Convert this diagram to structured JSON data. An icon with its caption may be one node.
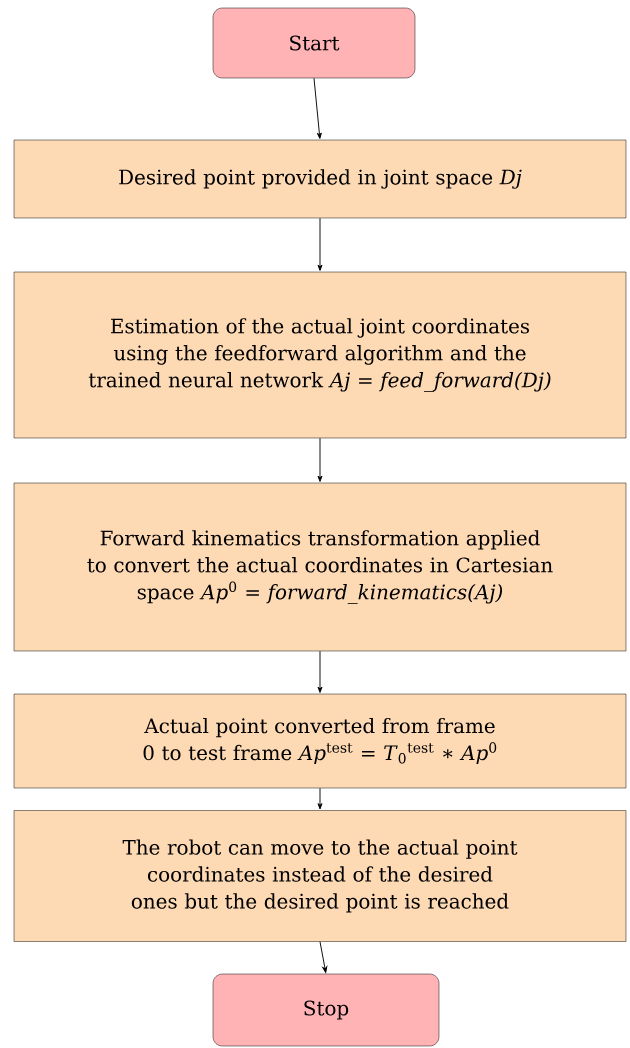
{
  "diagram": {
    "nodes": [
      {
        "text": [
          "Start"
        ]
      },
      {
        "text": [
          "Desired point provided in joint space *Dj*"
        ]
      },
      {
        "text": [
          "Estimation of the actual joint coordinates using the feedforward algorithm and the trained neural network *Aj = feed_forward(Dj)*"
        ]
      },
      {
        "text": [
          "Forward kinematics transformation applied to convert the actual coordinates in Cartesian space *Ap*$^{0}$ *= forward_kinematics(Aj)*"
        ]
      },
      {
        "text": [
          "Actual point converted from frame 0 to test frame *Ap*$^{test}$ = *T*$_{0}$$^{test}$ ∗ *Ap*$^{0}$"
        ]
      },
      {
        "text": [
          "The robot can move to the actual point coordinates instead of the desired ones but the desired point is reached"
        ]
      },
      {
        "text": [
          "Stop"
        ]
      }
    ],
    "edges": [
      {
        "from": 0,
        "to": 1,
        "arrow": "to"
      },
      {
        "from": 1,
        "to": 2,
        "arrow": "to"
      },
      {
        "from": 2,
        "to": 3,
        "arrow": "to"
      },
      {
        "from": 3,
        "to": 4,
        "arrow": "to"
      },
      {
        "from": 4,
        "to": 5,
        "arrow": "to"
      },
      {
        "from": 5,
        "to": 6,
        "arrow": "to"
      }
    ]
  }
}
